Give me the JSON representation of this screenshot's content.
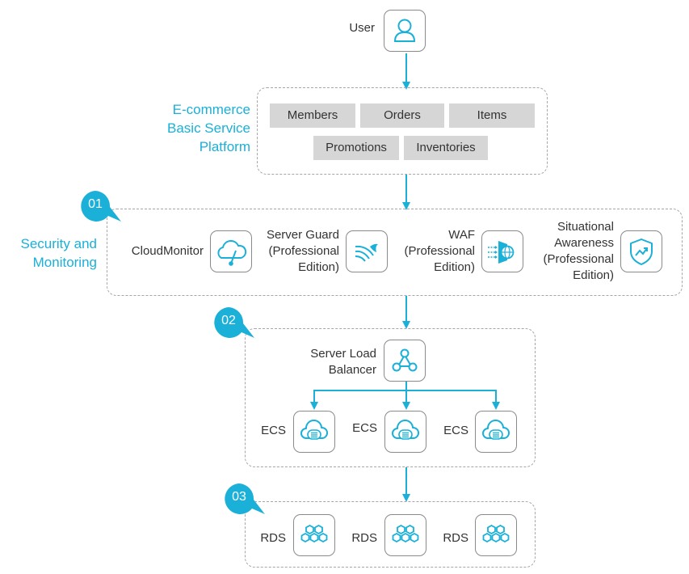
{
  "user": {
    "label": "User"
  },
  "platform": {
    "title_lines": [
      "E-commerce",
      "Basic Service",
      "Platform"
    ],
    "chips": [
      "Members",
      "Orders",
      "Items",
      "Promotions",
      "Inventories"
    ]
  },
  "security": {
    "badge": "01",
    "title_lines": [
      "Security and",
      "Monitoring"
    ],
    "items": [
      {
        "lines": [
          "CloudMonitor"
        ],
        "icon": "cloudmonitor-icon"
      },
      {
        "lines": [
          "Server Guard",
          "(Professional",
          "Edition)"
        ],
        "icon": "server-guard-icon"
      },
      {
        "lines": [
          "WAF",
          "(Professional",
          "Edition)"
        ],
        "icon": "waf-icon"
      },
      {
        "lines": [
          "Situational",
          "Awareness",
          "(Professional",
          "Edition)"
        ],
        "icon": "situational-awareness-icon"
      }
    ]
  },
  "compute": {
    "badge": "02",
    "slb_lines": [
      "Server Load",
      "Balancer"
    ],
    "ecs": [
      "ECS",
      "ECS",
      "ECS"
    ]
  },
  "database": {
    "badge": "03",
    "rds": [
      "RDS",
      "RDS",
      "RDS"
    ]
  },
  "colors": {
    "accent": "#1ab0d8",
    "chip": "#d6d6d6",
    "border": "#8a8a8a",
    "dashed": "#a6a6a6"
  }
}
